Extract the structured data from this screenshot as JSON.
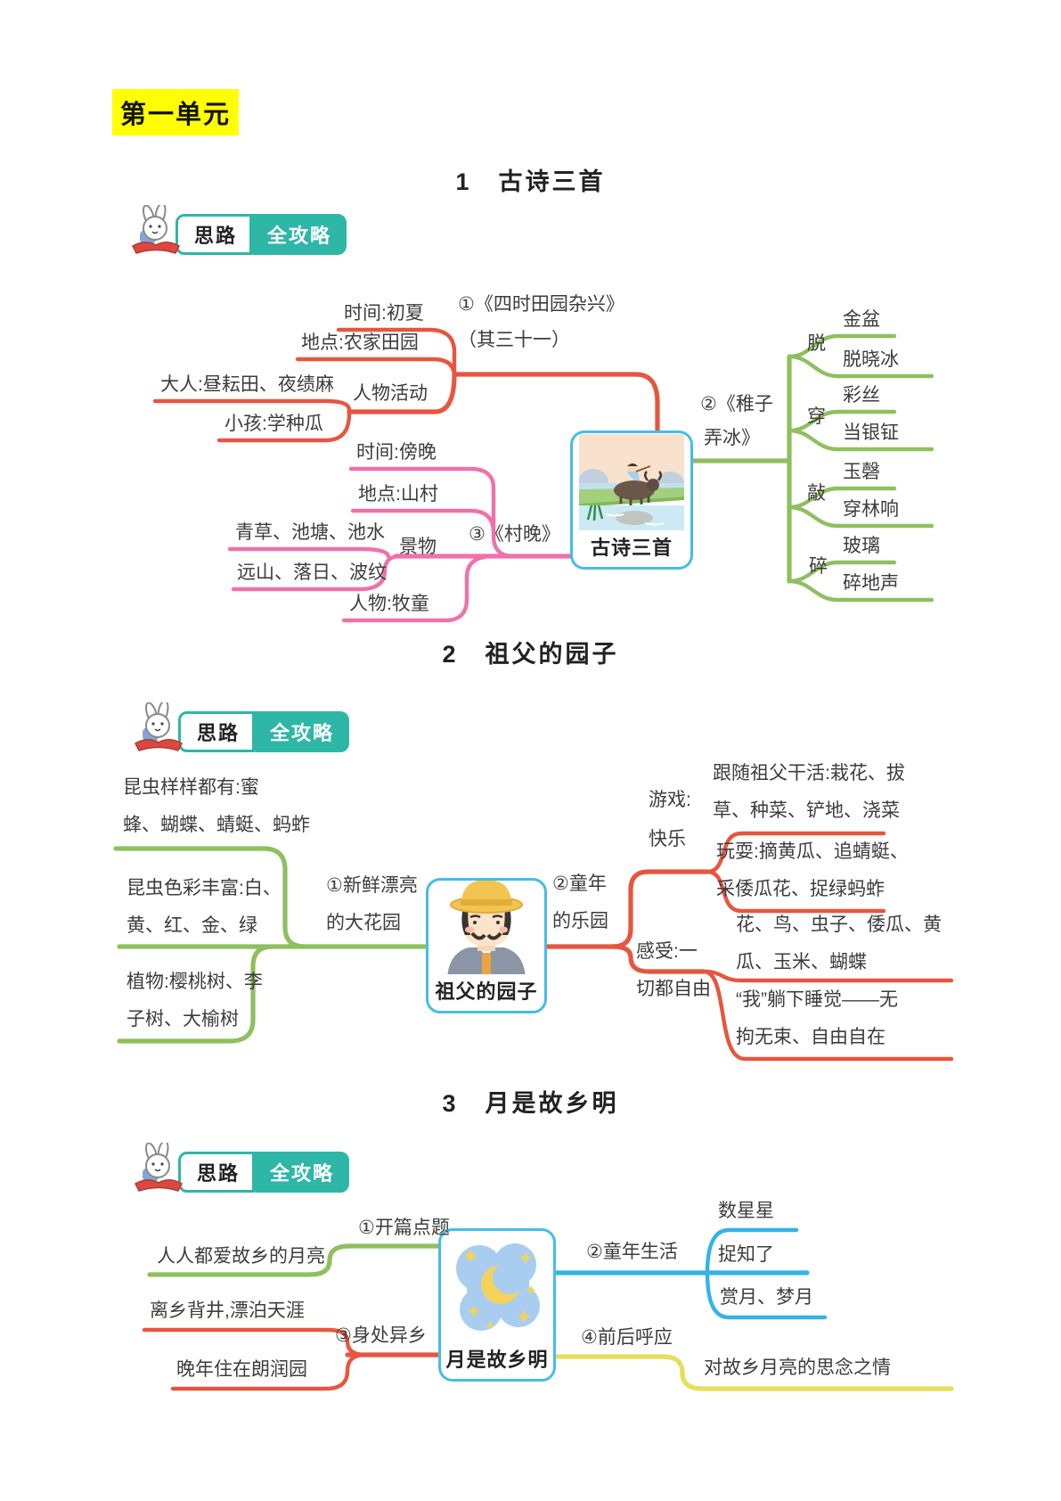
{
  "unit_tag": "第一单元",
  "badge": {
    "left": "思路",
    "right": "全攻略"
  },
  "colors": {
    "red": "#e8553e",
    "pink": "#f170ab",
    "green": "#8fbf5f",
    "blue": "#35b3e5",
    "cyan_border": "#44bdea",
    "yellow": "#e6df5a",
    "teal": "#2eb6a7",
    "highlight": "#ffff00"
  },
  "map1": {
    "title": "1　古诗三首",
    "center_label": "古诗三首",
    "b1": {
      "l1": "①《四时田园杂兴》",
      "l2": "（其三十一）",
      "time": "时间:初夏",
      "place": "地点:农家田园",
      "activity": "人物活动",
      "adult": "大人:昼耘田、夜绩麻",
      "child": "小孩:学种瓜"
    },
    "b2": {
      "l1": "②《稚子",
      "l2": "弄冰》",
      "g1k": "脱",
      "g1a": "金盆",
      "g1b": "脱晓冰",
      "g2k": "穿",
      "g2a": "彩丝",
      "g2b": "当银钲",
      "g3k": "敲",
      "g3a": "玉磬",
      "g3b": "穿林响",
      "g4k": "碎",
      "g4a": "玻璃",
      "g4b": "碎地声"
    },
    "b3": {
      "l": "③《村晚》",
      "time": "时间:傍晚",
      "place": "地点:山村",
      "scene": "景物",
      "s1": "青草、池塘、池水",
      "s2": "远山、落日、波纹",
      "person": "人物:牧童"
    }
  },
  "map2": {
    "title": "2　祖父的园子",
    "center_label": "祖父的园子",
    "left": {
      "l1": "①新鲜漂亮",
      "l2": "的大花园",
      "i1a": "昆虫样样都有:蜜",
      "i1b": "蜂、蝴蝶、蜻蜓、蚂蚱",
      "i2a": "昆虫色彩丰富:白、",
      "i2b": "黄、红、金、绿",
      "i3a": "植物:樱桃树、李",
      "i3b": "子树、大榆树"
    },
    "right": {
      "l1": "②童年",
      "l2": "的乐园",
      "g1a": "游戏:",
      "g1b": "快乐",
      "c1a": "跟随祖父干活:栽花、拔",
      "c1b": "草、种菜、铲地、浇菜",
      "c2a": "玩耍:摘黄瓜、追蜻蜓、",
      "c2b": "采倭瓜花、捉绿蚂蚱",
      "g2a": "感受:一",
      "g2b": "切都自由",
      "c3a": "花、鸟、虫子、倭瓜、黄",
      "c3b": "瓜、玉米、蝴蝶",
      "c4a": "“我”躺下睡觉——无",
      "c4b": "拘无束、自由自在"
    }
  },
  "map3": {
    "title": "3　月是故乡明",
    "center_label": "月是故乡明",
    "b1": {
      "l": "①开篇点题",
      "t": "人人都爱故乡的月亮"
    },
    "b2": {
      "l": "②童年生活",
      "t1": "数星星",
      "t2": "捉知了",
      "t3": "赏月、梦月"
    },
    "b3": {
      "l": "③身处异乡",
      "t1": "离乡背井,漂泊天涯",
      "t2": "晚年住在朗润园"
    },
    "b4": {
      "l": "④前后呼应",
      "t": "对故乡月亮的思念之情"
    }
  }
}
